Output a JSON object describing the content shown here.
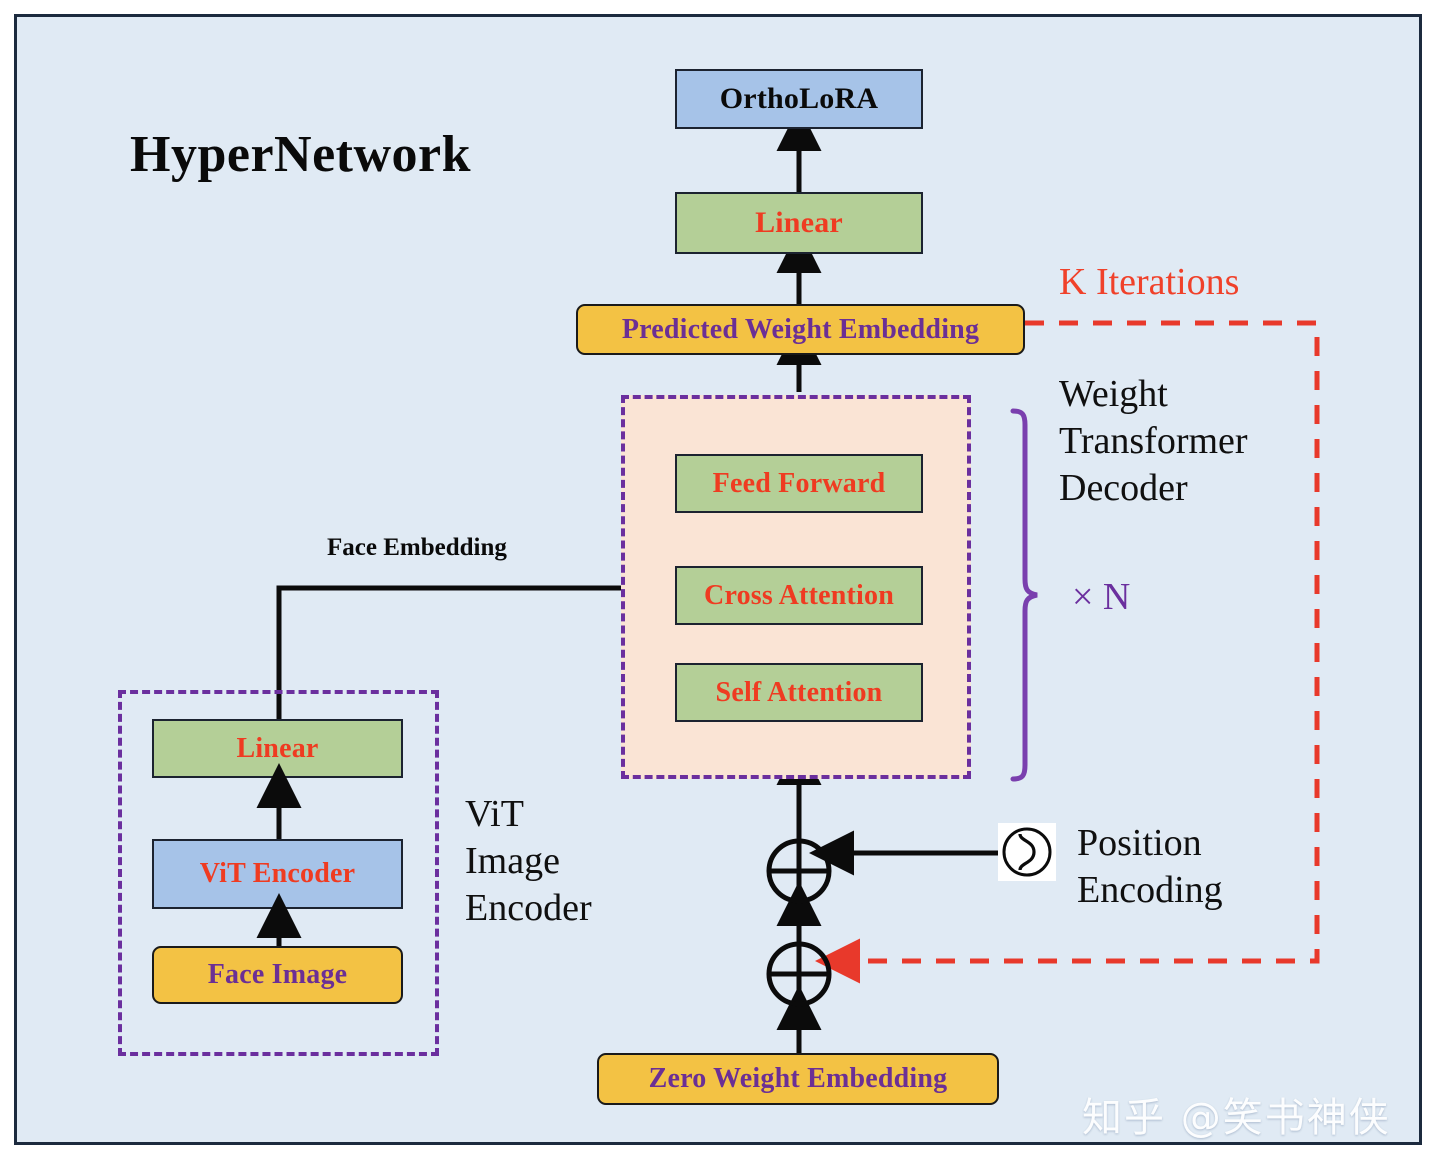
{
  "figure": {
    "title": "HyperNetwork",
    "background_color": "#e0eaf4",
    "frame_color": "#1c2a3e"
  },
  "nodes": {
    "ortholora": {
      "label": "OrthoLoRA",
      "fill": "#a6c3e8",
      "text_color": "#0a0a0a"
    },
    "linear_top": {
      "label": "Linear",
      "fill": "#b4cf97",
      "text_color": "#ef3b21"
    },
    "predicted_weight": {
      "label": "Predicted Weight Embedding",
      "fill": "#f3c244",
      "text_color": "#6b2f95"
    },
    "feed_forward": {
      "label": "Feed Forward",
      "fill": "#b4cf97",
      "text_color": "#ef3b21"
    },
    "cross_attention": {
      "label": "Cross Attention",
      "fill": "#b4cf97",
      "text_color": "#ef3b21"
    },
    "self_attention": {
      "label": "Self Attention",
      "fill": "#b4cf97",
      "text_color": "#ef3b21"
    },
    "linear_vit": {
      "label": "Linear",
      "fill": "#b4cf97",
      "text_color": "#ef3b21"
    },
    "vit_encoder": {
      "label": "ViT Encoder",
      "fill": "#a6c3e8",
      "text_color": "#ef3b21"
    },
    "face_image": {
      "label": "Face Image",
      "fill": "#f3c244",
      "text_color": "#6b2f95"
    },
    "zero_weight": {
      "label": "Zero Weight Embedding",
      "fill": "#f3c244",
      "text_color": "#6b2f95"
    }
  },
  "labels": {
    "k_iterations": "K Iterations",
    "weight_transformer_decoder": "Weight\nTransformer\nDecoder",
    "weight_transformer_decoder_lines": [
      "Weight",
      "Transformer",
      "Decoder"
    ],
    "times_n": "× N",
    "vit_image_encoder_lines": [
      "ViT",
      "Image",
      "Encoder"
    ],
    "face_embedding": "Face Embedding",
    "position_encoding_lines": [
      "Position",
      "Encoding"
    ]
  },
  "colors": {
    "red_dashed": "#e8392b",
    "purple_dashed": "#6b2f9e",
    "purple_brace": "#7a3fae",
    "decoder_fill": "#fae4d5",
    "arrow": "#0b0b0b"
  },
  "watermark": {
    "text": "知乎 @笑书神侠"
  }
}
